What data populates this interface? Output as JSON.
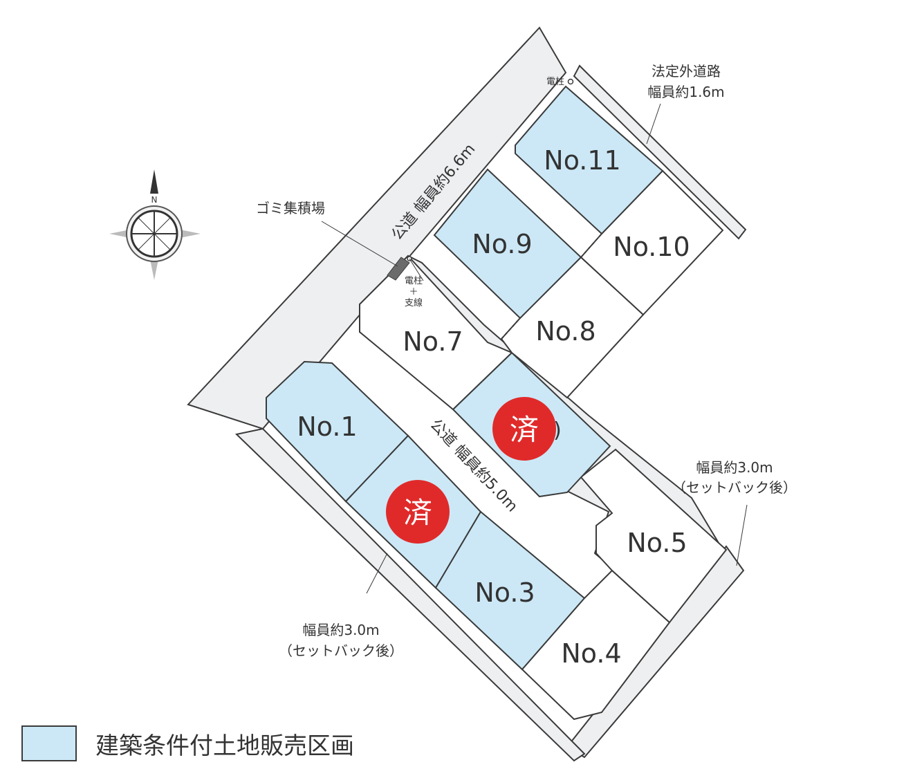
{
  "plots": [
    {
      "id": "plot-1",
      "label": "No.1",
      "conditional": true,
      "sold": false
    },
    {
      "id": "plot-2",
      "label": "",
      "conditional": true,
      "sold": true,
      "sold_label": "済"
    },
    {
      "id": "plot-3",
      "label": "No.3",
      "conditional": true,
      "sold": false
    },
    {
      "id": "plot-4",
      "label": "No.4",
      "conditional": false,
      "sold": false
    },
    {
      "id": "plot-5",
      "label": "No.5",
      "conditional": false,
      "sold": false
    },
    {
      "id": "plot-6",
      "label": "",
      "conditional": true,
      "sold": true,
      "sold_label": "済"
    },
    {
      "id": "plot-7",
      "label": "No.7",
      "conditional": false,
      "sold": false
    },
    {
      "id": "plot-8",
      "label": "No.8",
      "conditional": false,
      "sold": false
    },
    {
      "id": "plot-9",
      "label": "No.9",
      "conditional": true,
      "sold": false
    },
    {
      "id": "plot-10",
      "label": "No.10",
      "conditional": false,
      "sold": false
    },
    {
      "id": "plot-11",
      "label": "No.11",
      "conditional": true,
      "sold": false
    }
  ],
  "roads": {
    "main": "公道 幅員約6.6m",
    "inner": "公道 幅員約5.0m",
    "private_line1": "法定外道路",
    "private_line2": "幅員約1.6m",
    "right_line1": "幅員約3.0m",
    "right_line2": "（セットバック後）",
    "left_line1": "幅員約3.0m",
    "left_line2": "（セットバック後）"
  },
  "facilities": {
    "garbage": "ゴミ集積場",
    "pole_top": "電柱",
    "pole_stay_line1": "電柱",
    "pole_stay_line2": "＋",
    "pole_stay_line3": "支線"
  },
  "compass": {
    "north": "N"
  },
  "legend": {
    "label": "建築条件付土地販売区画"
  },
  "colors": {
    "conditional_fill": "#cce8f6",
    "free_fill": "#ffffff",
    "road_fill": "#eeeff1",
    "line": "#3a3a3a",
    "sold_badge": "#e02a2a"
  }
}
